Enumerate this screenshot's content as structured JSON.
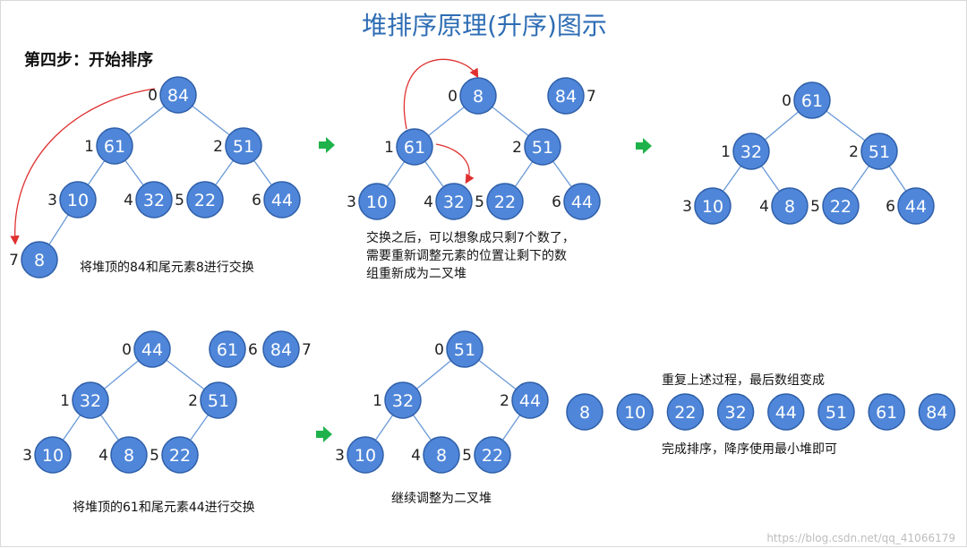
{
  "title": "堆排序原理(升序)图示",
  "step_label": "第四步：开始排序",
  "notes": {
    "swap1": "将堆顶的84和尾元素8进行交换",
    "after_swap": [
      "交换之后，可以想象成只剩7个数了，",
      "需要重新调整元素的位置让剩下的数",
      "组重新成为二叉堆"
    ],
    "swap2": "将堆顶的61和尾元素44进行交换",
    "continue_adjust": "继续调整为二叉堆",
    "repeat": "重复上述过程，最后数组变成",
    "done": "完成排序，降序使用最小堆即可"
  },
  "trees": [
    {
      "name": "tree-initial",
      "nodes": [
        {
          "index": "0",
          "value": "84"
        },
        {
          "index": "1",
          "value": "61"
        },
        {
          "index": "2",
          "value": "51"
        },
        {
          "index": "3",
          "value": "10"
        },
        {
          "index": "4",
          "value": "32"
        },
        {
          "index": "5",
          "value": "22"
        },
        {
          "index": "6",
          "value": "44"
        },
        {
          "index": "7",
          "value": "8"
        }
      ]
    },
    {
      "name": "tree-after-swap",
      "nodes": [
        {
          "index": "0",
          "value": "8"
        },
        {
          "index": "1",
          "value": "61"
        },
        {
          "index": "2",
          "value": "51"
        },
        {
          "index": "3",
          "value": "10"
        },
        {
          "index": "4",
          "value": "32"
        },
        {
          "index": "5",
          "value": "22"
        },
        {
          "index": "6",
          "value": "44"
        }
      ],
      "sorted": [
        {
          "index": "7",
          "value": "84"
        }
      ]
    },
    {
      "name": "tree-rebuilt",
      "nodes": [
        {
          "index": "0",
          "value": "61"
        },
        {
          "index": "1",
          "value": "32"
        },
        {
          "index": "2",
          "value": "51"
        },
        {
          "index": "3",
          "value": "10"
        },
        {
          "index": "4",
          "value": "8"
        },
        {
          "index": "5",
          "value": "22"
        },
        {
          "index": "6",
          "value": "44"
        }
      ]
    },
    {
      "name": "tree-second-swap",
      "nodes": [
        {
          "index": "0",
          "value": "44"
        },
        {
          "index": "1",
          "value": "32"
        },
        {
          "index": "2",
          "value": "51"
        },
        {
          "index": "3",
          "value": "10"
        },
        {
          "index": "4",
          "value": "8"
        },
        {
          "index": "5",
          "value": "22"
        }
      ],
      "sorted": [
        {
          "index": "6",
          "value": "61"
        },
        {
          "index": "7",
          "value": "84"
        }
      ]
    },
    {
      "name": "tree-second-rebuilt",
      "nodes": [
        {
          "index": "0",
          "value": "51"
        },
        {
          "index": "1",
          "value": "32"
        },
        {
          "index": "2",
          "value": "44"
        },
        {
          "index": "3",
          "value": "10"
        },
        {
          "index": "4",
          "value": "8"
        },
        {
          "index": "5",
          "value": "22"
        }
      ]
    }
  ],
  "final_array": [
    "8",
    "10",
    "22",
    "32",
    "44",
    "51",
    "61",
    "84"
  ],
  "watermark": "https://blog.csdn.net/qq_41066179",
  "colors": {
    "node": "#4f86d9",
    "edge": "#6a9ad8",
    "arrow": "#1fb24a",
    "swap_arc": "#e03030",
    "title": "#2e6db4"
  }
}
